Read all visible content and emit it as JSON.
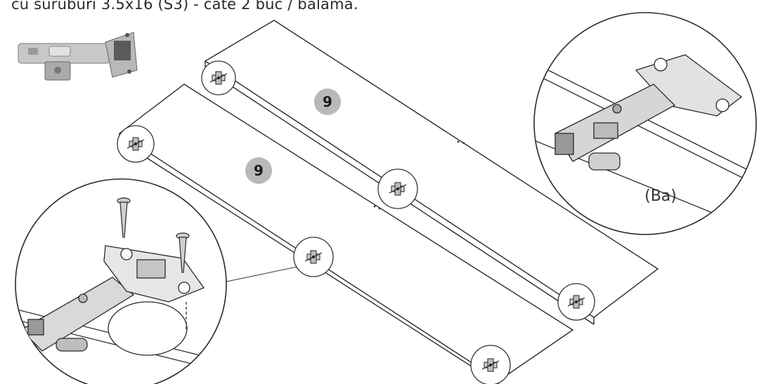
{
  "caption": "cu suruburi 3.5x16 (S3) - cate 2 buc / balama.",
  "panels": [
    {
      "label": "9"
    },
    {
      "label": "9"
    }
  ],
  "detail_label": "(Ba)",
  "icons": [
    "hinge-photo-icon",
    "hinge-icon",
    "screw-icon",
    "magnifier-circle-icon"
  ],
  "colors": {
    "line": "#2a2a2a",
    "badge": "#b9b9b9",
    "hinge_fill": "#d6d6d6",
    "hinge_dark": "#444444"
  }
}
